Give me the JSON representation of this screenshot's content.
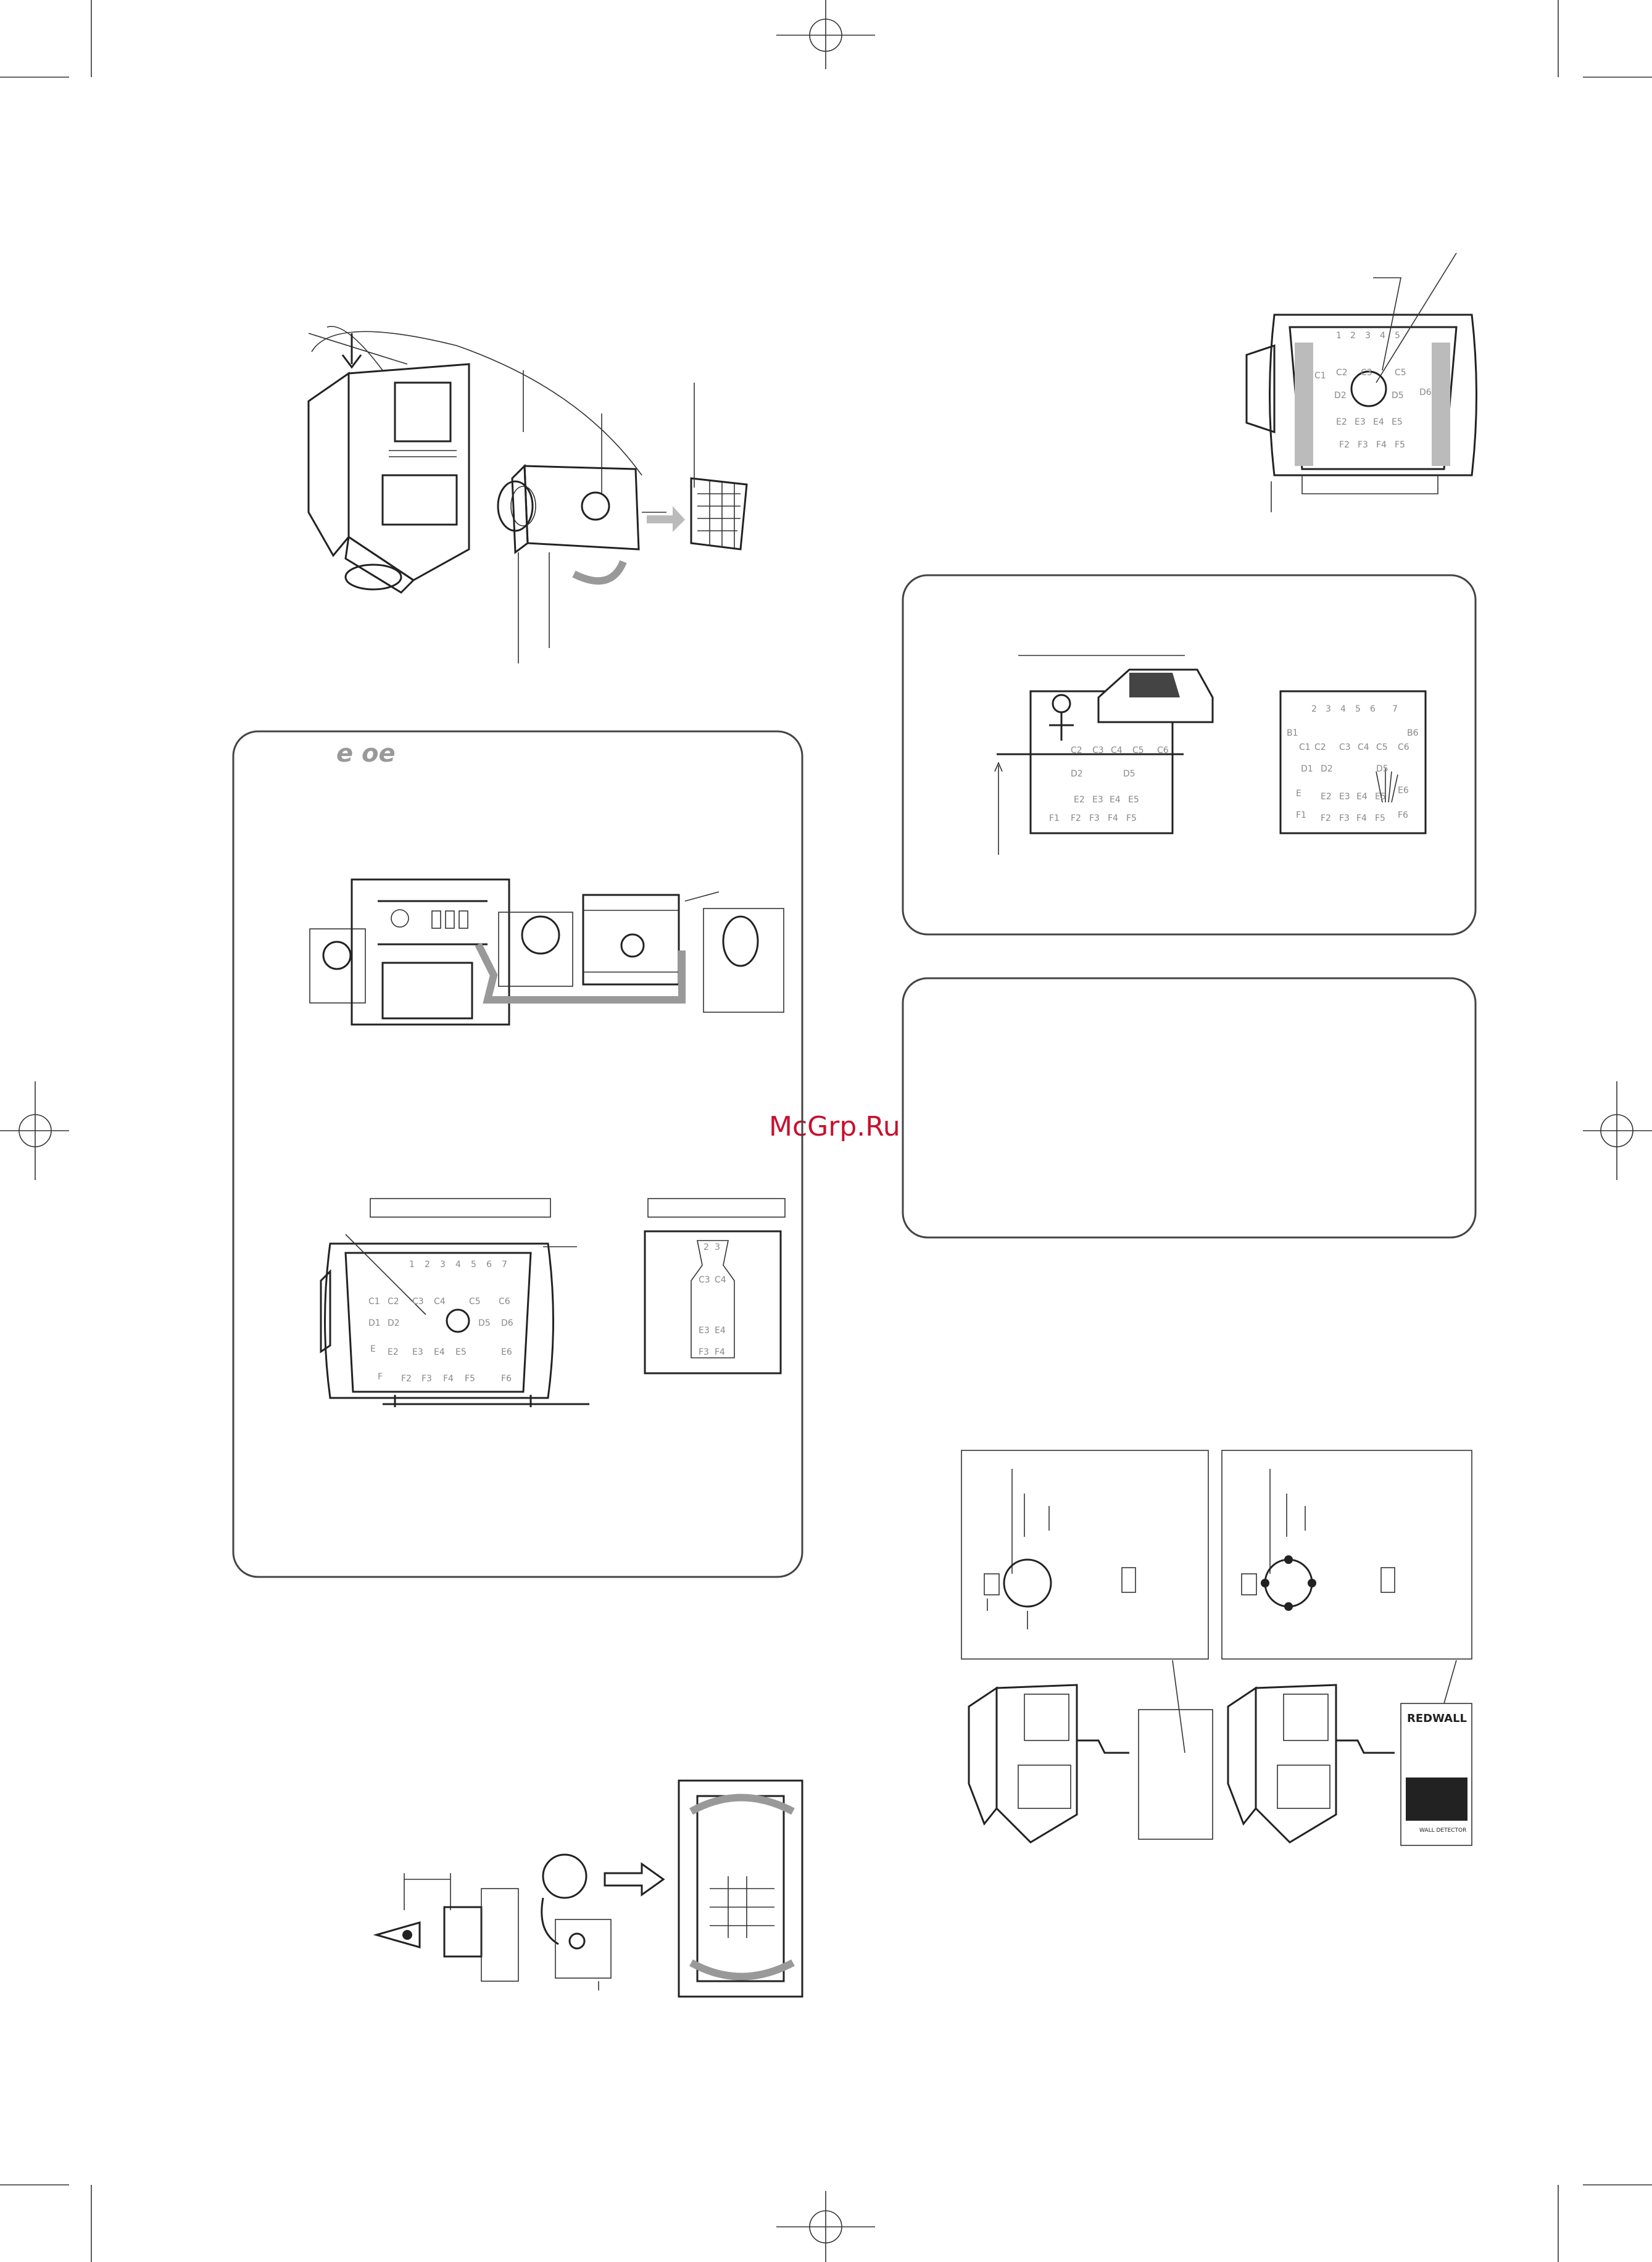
{
  "watermark": "McGrp.Ru",
  "section_heading": "e  oe",
  "brand_label": "REDWALL",
  "product_label": "WALL DETECTOR",
  "zones": {
    "row1": [
      "1",
      "2",
      "3",
      "4",
      "5",
      "6",
      "7"
    ],
    "rowB": [
      "B1",
      "B6"
    ],
    "rowC": [
      "C1",
      "C2",
      "C3",
      "C4",
      "C5",
      "C6"
    ],
    "rowD": [
      "D1",
      "D2",
      "D5",
      "D6"
    ],
    "rowE": [
      "E",
      "E2",
      "E3",
      "E4",
      "E5",
      "E6"
    ],
    "rowF": [
      "F1",
      "F2",
      "F3",
      "F4",
      "F5",
      "F6"
    ],
    "narrow": [
      "2",
      "3",
      "C3",
      "C4",
      "E3",
      "E4",
      "F3",
      "F4"
    ]
  },
  "icons": [
    "registration-mark-icon",
    "crop-mark-icon",
    "arrow-icon",
    "eye-icon",
    "person-icon"
  ]
}
